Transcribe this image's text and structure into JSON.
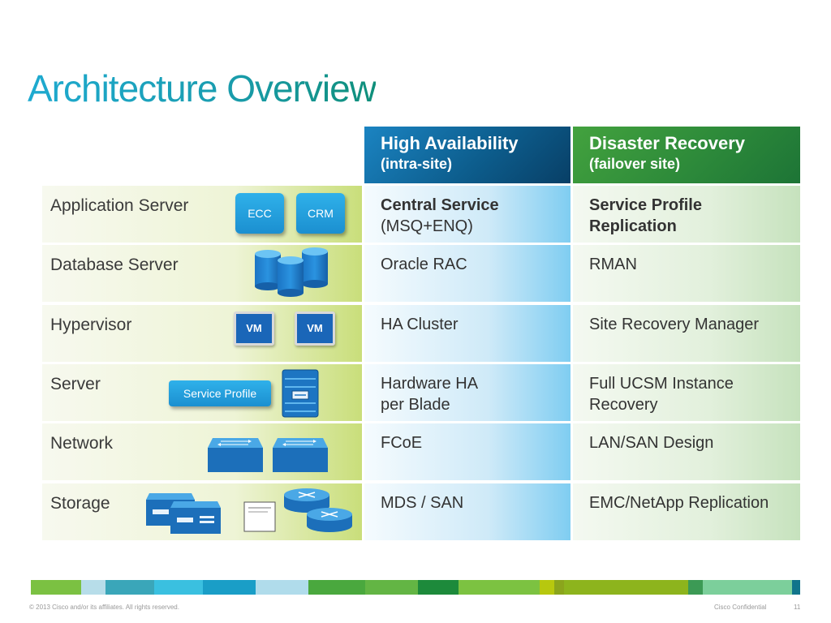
{
  "title": "Architecture Overview",
  "columns": {
    "ha": {
      "title": "High Availability",
      "subtitle": "(intra-site)"
    },
    "dr": {
      "title": "Disaster Recovery",
      "subtitle": "(failover site)"
    }
  },
  "rows": [
    {
      "label": "Application Server",
      "ha": [
        "Central Service",
        "(MSQ+ENQ)"
      ],
      "dr": [
        "Service Profile",
        "Replication"
      ]
    },
    {
      "label": "Database Server",
      "ha": [
        "Oracle RAC"
      ],
      "dr": [
        "RMAN"
      ]
    },
    {
      "label": "Hypervisor",
      "ha": [
        "HA Cluster"
      ],
      "dr": [
        "Site Recovery Manager"
      ]
    },
    {
      "label": "Server",
      "ha": [
        "Hardware HA",
        "per Blade"
      ],
      "dr": [
        "Full UCSM Instance",
        "Recovery"
      ]
    },
    {
      "label": "Network",
      "ha": [
        "FCoE"
      ],
      "dr": [
        "LAN/SAN Design"
      ]
    },
    {
      "label": "Storage",
      "ha": [
        "MDS / SAN"
      ],
      "dr": [
        "EMC/NetApp Replication"
      ]
    }
  ],
  "icons": {
    "ecc": "ECC",
    "crm": "CRM",
    "vm1": "VM",
    "vm2": "VM",
    "service_profile": "Service Profile",
    "database": "database-cylinder-icon",
    "blade": "blade-server-icon",
    "switch": "network-switch-icon",
    "storage": "storage-array-icon",
    "router": "router-icon"
  },
  "colors": {
    "title": "#1aa0b8",
    "ha_header": "#0d5e8e",
    "dr_header": "#2d8a3a",
    "label_accent": "#c9de7a"
  },
  "footer": {
    "copyright": "© 2013 Cisco and/or its affiliates. All rights reserved.",
    "confidential": "Cisco Confidential",
    "page": "11"
  }
}
